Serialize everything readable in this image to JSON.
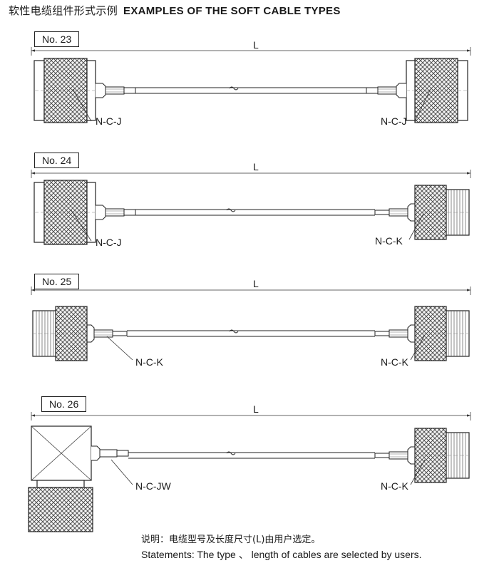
{
  "title": {
    "chinese": "软性电缆组件形式示例",
    "english": "EXAMPLES OF THE SOFT CABLE TYPES"
  },
  "assemblies": [
    {
      "number": "No. 23",
      "length_label": "L",
      "left_label": "N-C-J",
      "right_label": "N-C-J"
    },
    {
      "number": "No. 24",
      "length_label": "L",
      "left_label": "N-C-J",
      "right_label": "N-C-K"
    },
    {
      "number": "No. 25",
      "length_label": "L",
      "left_label": "N-C-K",
      "right_label": "N-C-K"
    },
    {
      "number": "No. 26",
      "length_label": "L",
      "left_label": "N-C-JW",
      "right_label": "N-C-K"
    }
  ],
  "notes": {
    "chinese": "说明：电缆型号及长度尺寸(L)由用户选定。",
    "english": "Statements: The type 、 length of cables are selected by users."
  }
}
